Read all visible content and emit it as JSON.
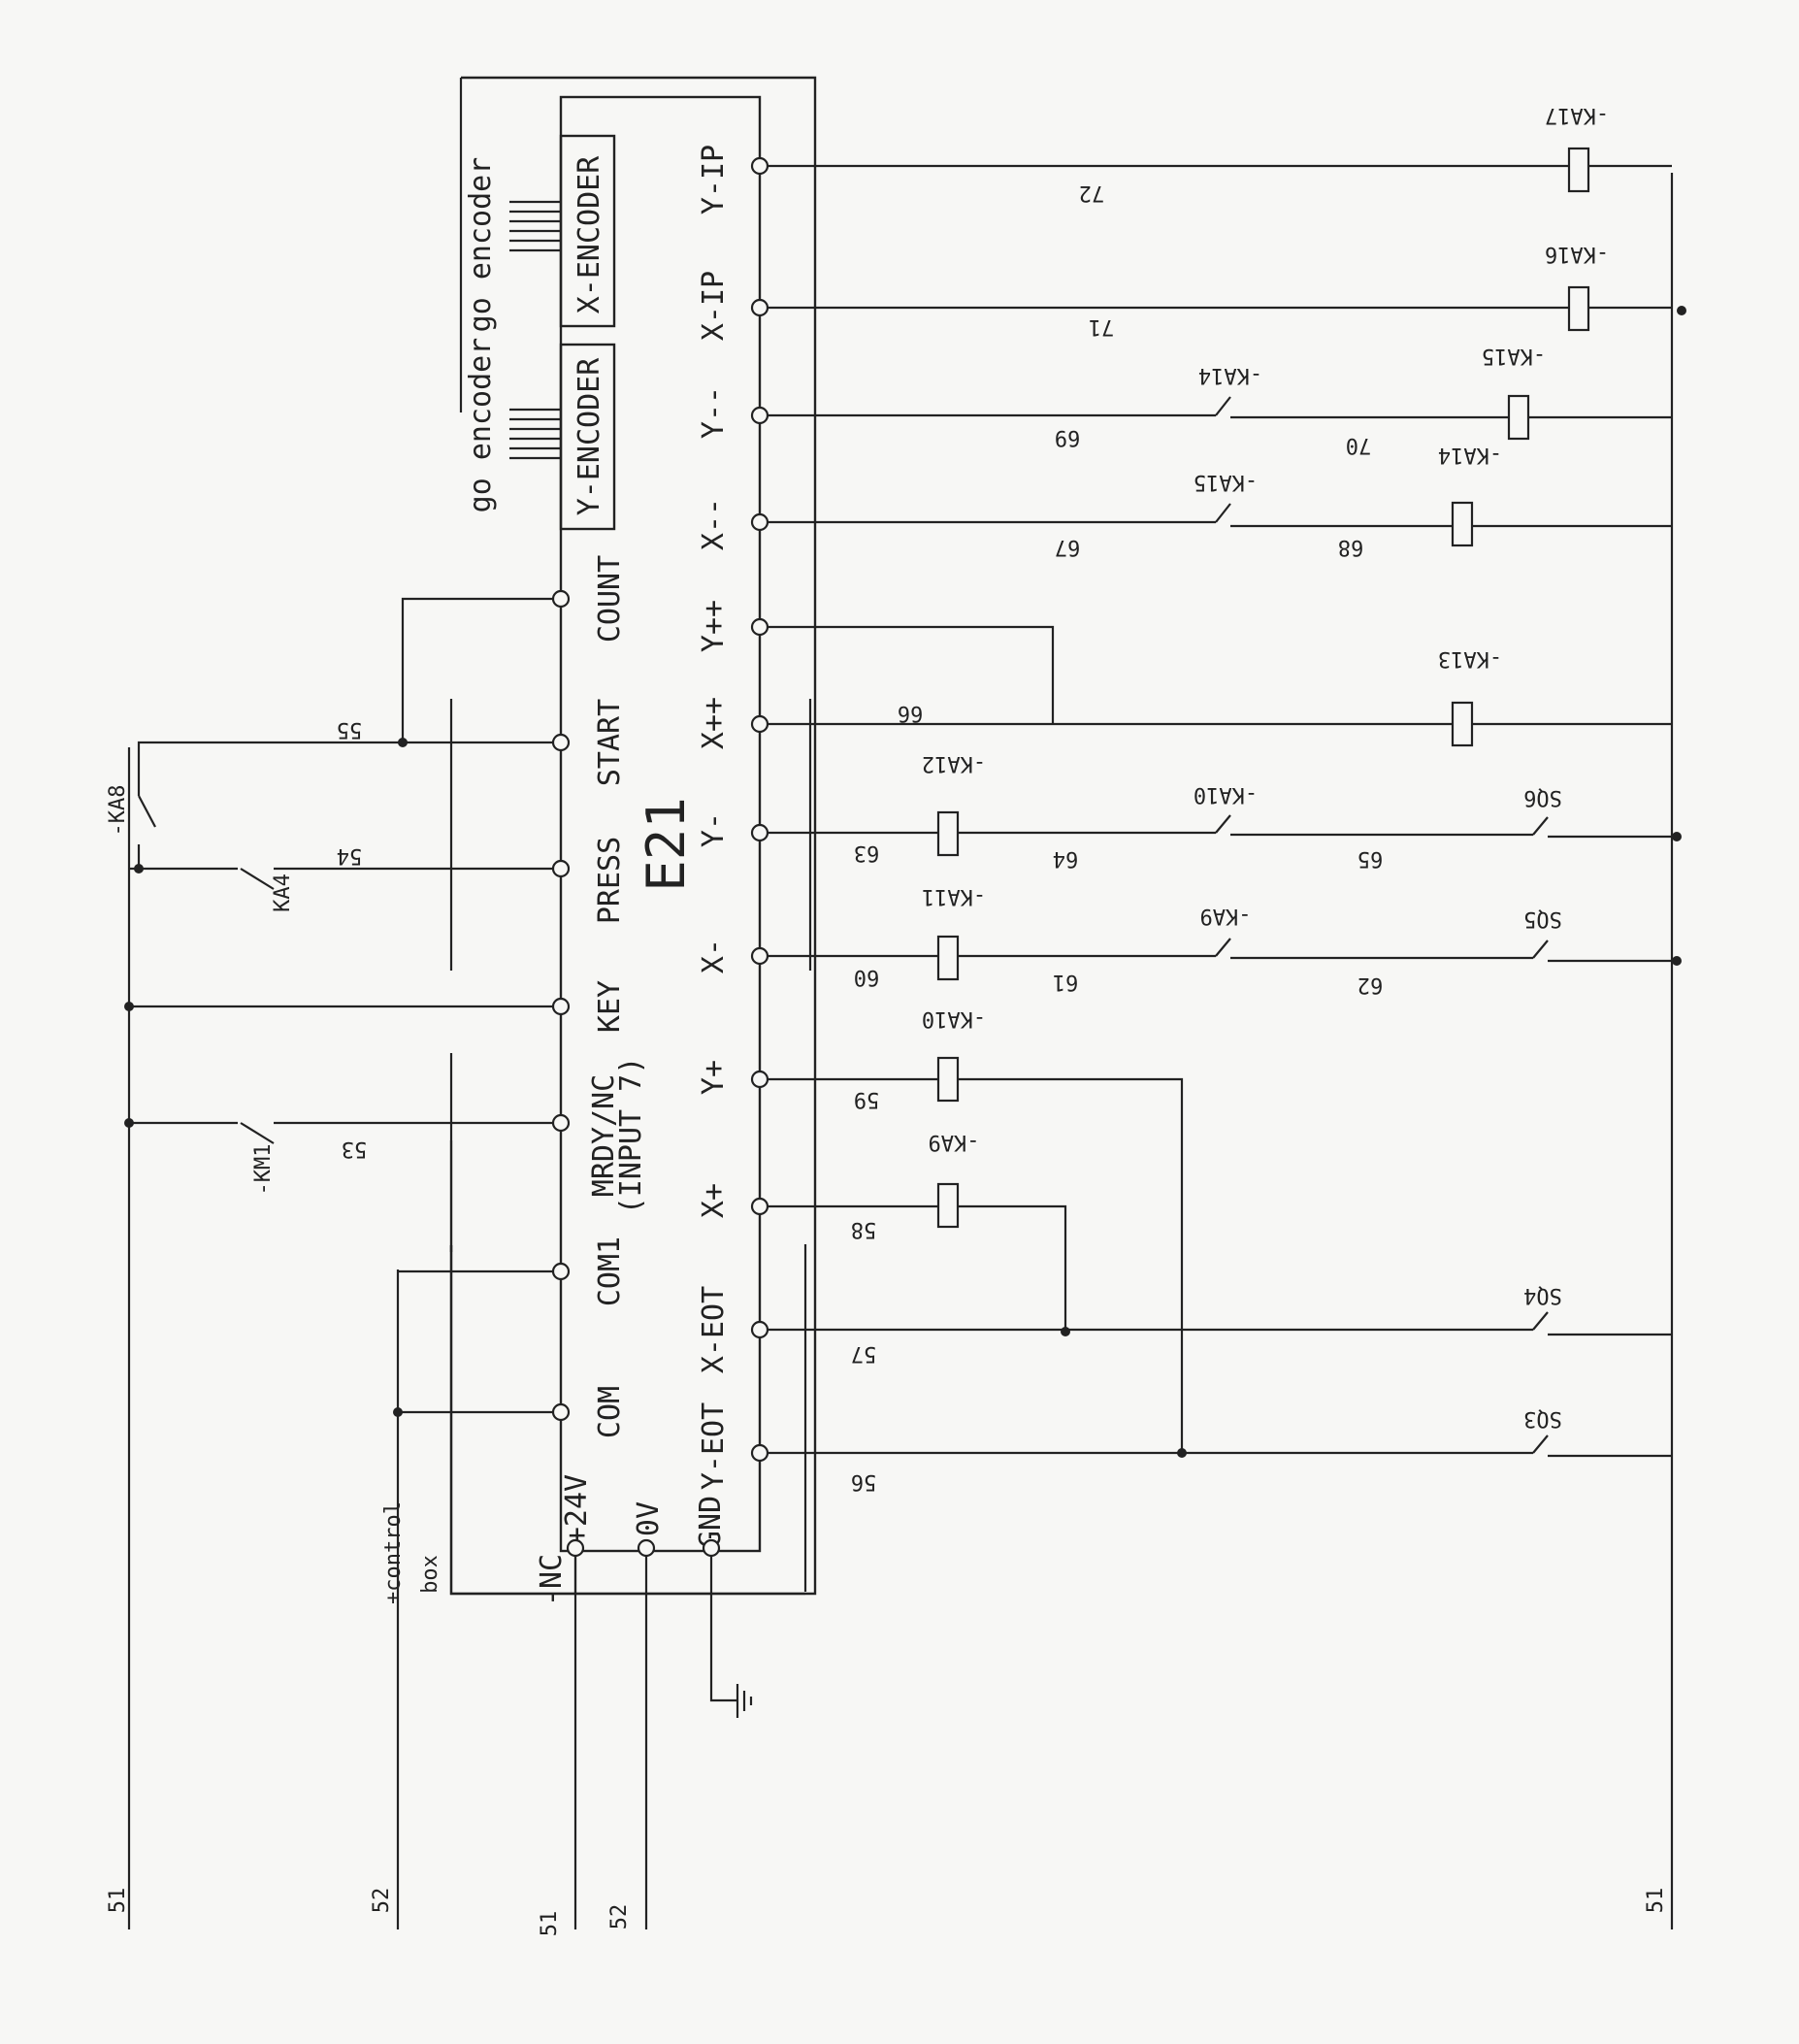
{
  "controller": {
    "name": "E21",
    "encoders": [
      {
        "label": "X-ENCODER",
        "note": "go encoder"
      },
      {
        "label": "Y-ENCODER",
        "note": "go encoder"
      }
    ],
    "left_terminals": [
      "COUNT",
      "START",
      "PRESS",
      "KEY",
      "MRDY/NC",
      "(INPUT 7)",
      "COM1",
      "COM"
    ],
    "right_terminals": [
      "Y-IP",
      "X-IP",
      "Y--",
      "X--",
      "Y++",
      "X++",
      "Y-",
      "X-",
      "Y+",
      "X+",
      "X-EOT",
      "Y-EOT"
    ],
    "power_terminals": [
      "+24V",
      "0V",
      "GND"
    ],
    "nc_label": "-NC"
  },
  "control_box": {
    "line1": "+control",
    "line2": "box"
  },
  "buses": {
    "left_a": "51",
    "left_b": "52",
    "nc_a": "51",
    "nc_b": "52",
    "right": "51"
  },
  "contacts": {
    "ka8": "-KA8",
    "ka4": "KA4",
    "km1": "-KM1",
    "ka14": "-KA14",
    "ka15": "-KA15",
    "ka10": "-KA10",
    "ka9": "-KA9",
    "sq3": "SQ3",
    "sq4": "SQ4",
    "sq5": "SQ5",
    "sq6": "SQ6"
  },
  "coils": {
    "ka17": "-KA17",
    "ka16": "-KA16",
    "ka15": "-KA15",
    "ka14": "-KA14",
    "ka13": "-KA13",
    "ka12": "-KA12",
    "ka11": "-KA11",
    "ka10": "-KA10",
    "ka9": "-KA9"
  },
  "wires": [
    "53",
    "54",
    "55",
    "56",
    "57",
    "58",
    "59",
    "60",
    "61",
    "62",
    "63",
    "64",
    "65",
    "66",
    "67",
    "68",
    "69",
    "70",
    "71",
    "72"
  ]
}
